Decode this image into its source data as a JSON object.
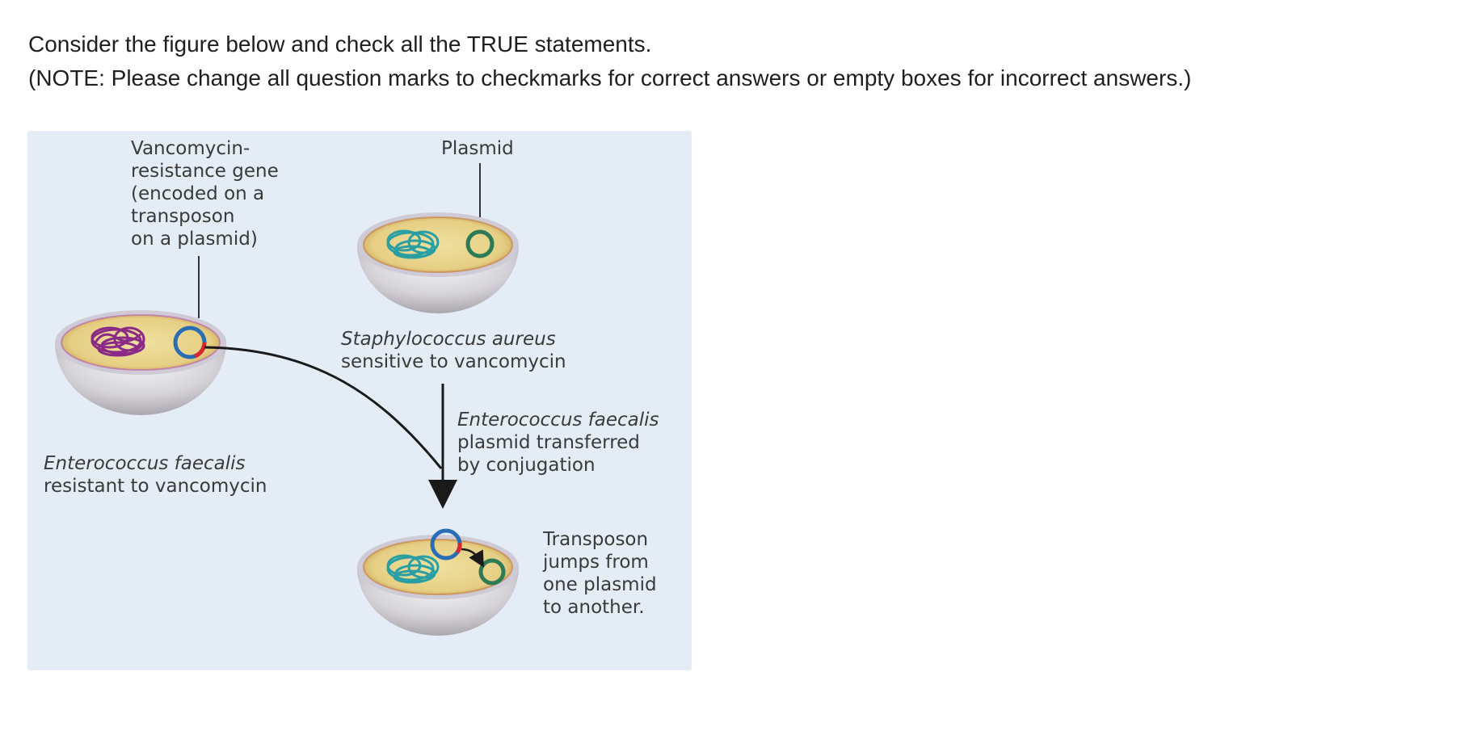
{
  "instructions": {
    "line1": "Consider the figure below and check all the TRUE statements.",
    "line2": "(NOTE:  Please change all question marks to checkmarks for correct answers or empty boxes for incorrect answers.)"
  },
  "figure": {
    "labels": {
      "vanco_gene": [
        "Vancomycin-",
        "resistance gene",
        "(encoded on a",
        "transposon",
        "on a plasmid)"
      ],
      "plasmid": "Plasmid",
      "s_aureus": [
        "Staphylococcus aureus",
        "sensitive to vancomycin"
      ],
      "conjugation": [
        "Enterococcus faecalis",
        "plasmid transferred",
        "by conjugation"
      ],
      "e_faecalis": [
        "Enterococcus faecalis",
        "resistant to vancomycin"
      ],
      "transposon_jump": [
        "Transposon",
        "jumps from",
        "one plasmid",
        "to another."
      ]
    },
    "colors": {
      "background": "#e4edf6",
      "cytoplasm": "#e9d489",
      "dish": "#d9d7dc",
      "chromosome_e_faecalis": "#8a2a86",
      "chromosome_s_aureus": "#2a9fa3",
      "resistance_plasmid": "#2a6db5",
      "resistance_gene": "#d8262e",
      "s_aureus_plasmid": "#2f7a56",
      "arrow": "#1a1a1a"
    }
  }
}
